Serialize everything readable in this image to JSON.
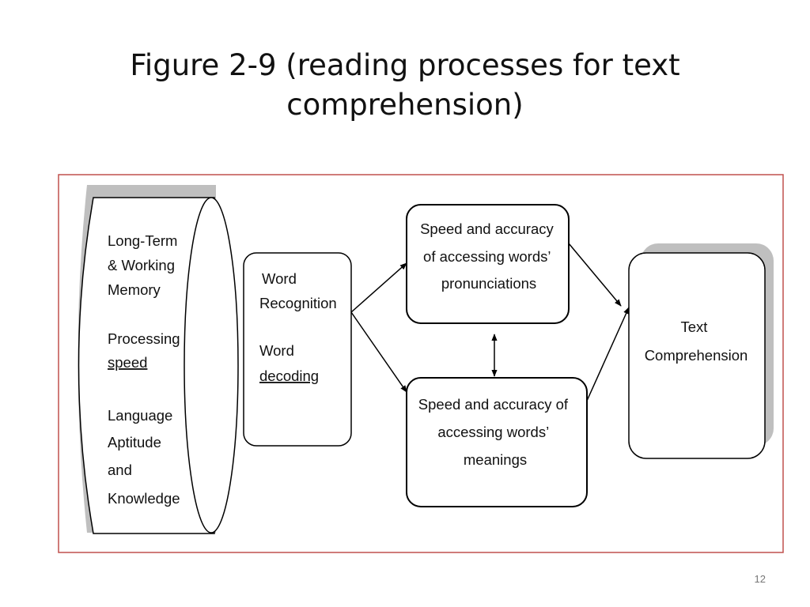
{
  "slide": {
    "title_lines": [
      "Figure 2-9 (reading processes for text",
      "comprehension)"
    ],
    "slide_number": "12"
  },
  "diagram": {
    "colors": {
      "frame": "#c0504d",
      "shadow": "#bfbfbf",
      "stroke": "#000000",
      "text": "#111111"
    },
    "memory_cylinder": {
      "lines": [
        "Long-Term",
        "& Working",
        "Memory",
        "Processing",
        "speed",
        "Language",
        "Aptitude",
        "and",
        "Knowledge"
      ]
    },
    "word_box": {
      "lines": [
        "Word",
        "Recognition",
        "Word",
        "decoding"
      ]
    },
    "pronunciation_box": {
      "lines": [
        "Speed and accuracy",
        "of accessing words’",
        "pronunciations"
      ]
    },
    "meaning_box": {
      "lines": [
        "Speed and accuracy of",
        "accessing words’",
        "meanings"
      ]
    },
    "comprehension_box": {
      "lines": [
        "Text",
        "Comprehension"
      ]
    }
  }
}
